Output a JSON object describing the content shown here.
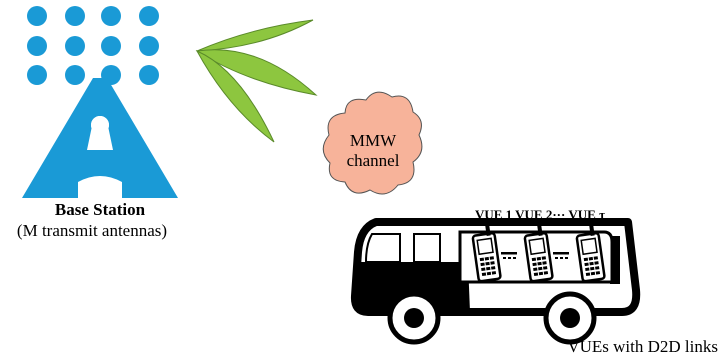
{
  "colors": {
    "antenna_blue": "#1a9ad6",
    "beam_green": "#8dc63f",
    "beam_outline": "#5a8a2a",
    "cloud_fill": "#f7b39a",
    "cloud_outline": "#555555",
    "bus_black": "#000000"
  },
  "base_station": {
    "title": "Base Station",
    "subtitle": "(M transmit antennas)"
  },
  "channel": {
    "line1": "MMW",
    "line2": "channel"
  },
  "vehicle": {
    "vue_label": "VUE 1 VUE 2··· VUE τ",
    "caption": "VUEs with D2D links"
  },
  "icons": {
    "antenna": "tower-icon",
    "beam": "beam-pattern-icon",
    "cloud": "cloud-icon",
    "bus": "bus-icon",
    "phone": "phone-icon"
  }
}
